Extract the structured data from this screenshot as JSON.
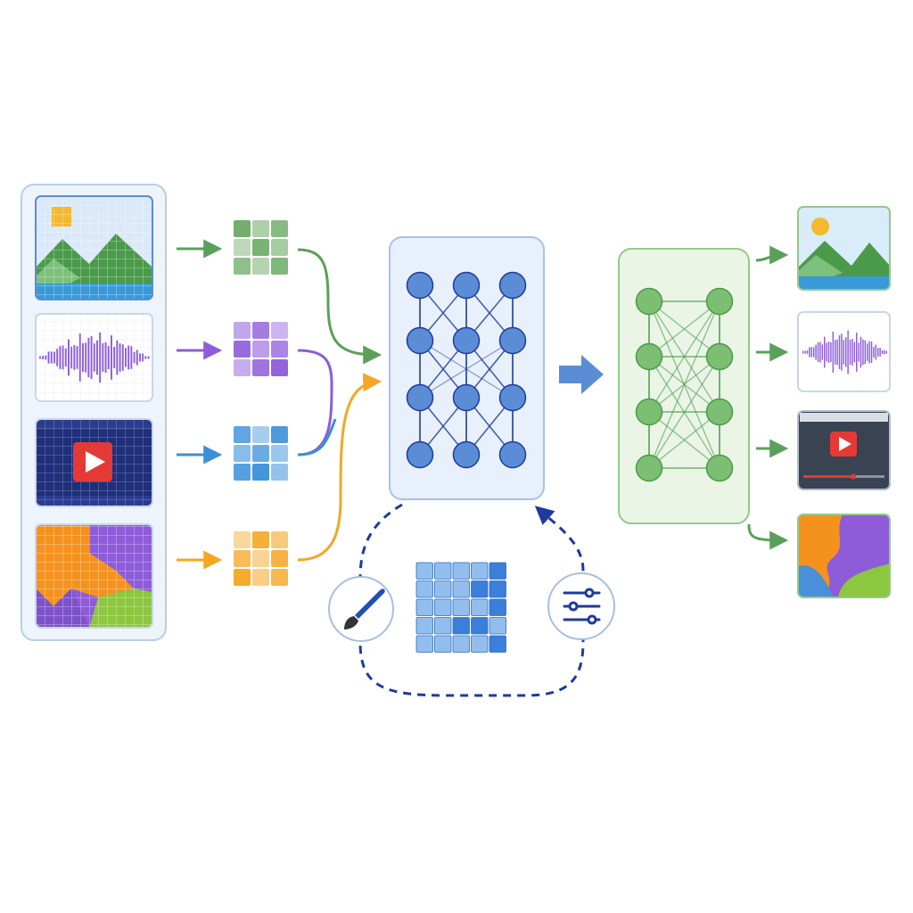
{
  "diagram": {
    "inputs": [
      {
        "id": "image",
        "icon": "landscape-image-icon",
        "token_color": "#6aaa64"
      },
      {
        "id": "audio",
        "icon": "audio-waveform-icon",
        "token_color": "#8e5cd9"
      },
      {
        "id": "video",
        "icon": "video-play-icon",
        "token_color": "#3a8fd9"
      },
      {
        "id": "segmentation",
        "icon": "segmentation-map-icon",
        "token_color": "#f5a623"
      }
    ],
    "encoder": {
      "rows": 4,
      "cols": 3,
      "node_color": "#5b8dd6",
      "panel_color": "#e8f0fb"
    },
    "decoder": {
      "rows": 4,
      "cols": 2,
      "node_color": "#7cbf72",
      "panel_color": "#eaf5e6"
    },
    "outputs": [
      {
        "id": "image",
        "icon": "landscape-image-icon"
      },
      {
        "id": "audio",
        "icon": "audio-waveform-icon"
      },
      {
        "id": "video",
        "icon": "video-player-icon"
      },
      {
        "id": "segmentation",
        "icon": "segmentation-map-icon"
      }
    ],
    "feedback": {
      "left_icon": "paintbrush-icon",
      "right_icon": "sliders-icon",
      "center": "latent-grid-icon",
      "loop_color": "#1f3a9e"
    },
    "colors": {
      "green": "#5aa05a",
      "purple": "#8e5cd9",
      "blue": "#3a8fd9",
      "orange": "#f5a623",
      "navy": "#1f3a9e"
    }
  }
}
